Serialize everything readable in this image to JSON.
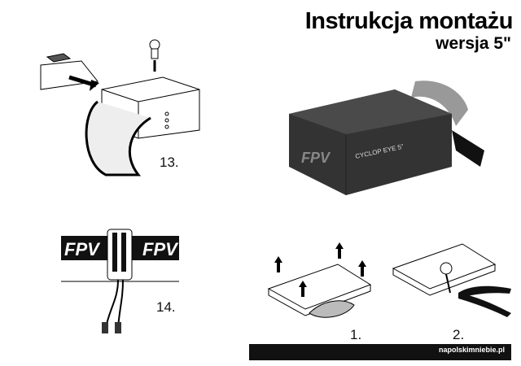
{
  "header": {
    "title": "Instrukcja montażu",
    "subtitle": "wersja 5\""
  },
  "product": {
    "model_label": "CYCLOP EYE 5\"",
    "brand_label": "FPV"
  },
  "steps": [
    {
      "number": "13."
    },
    {
      "number": "14."
    },
    {
      "number": "1."
    },
    {
      "number": "2."
    }
  ],
  "strap": {
    "text": "FPV"
  },
  "footer": {
    "site": "napolskimniebie.pl"
  }
}
